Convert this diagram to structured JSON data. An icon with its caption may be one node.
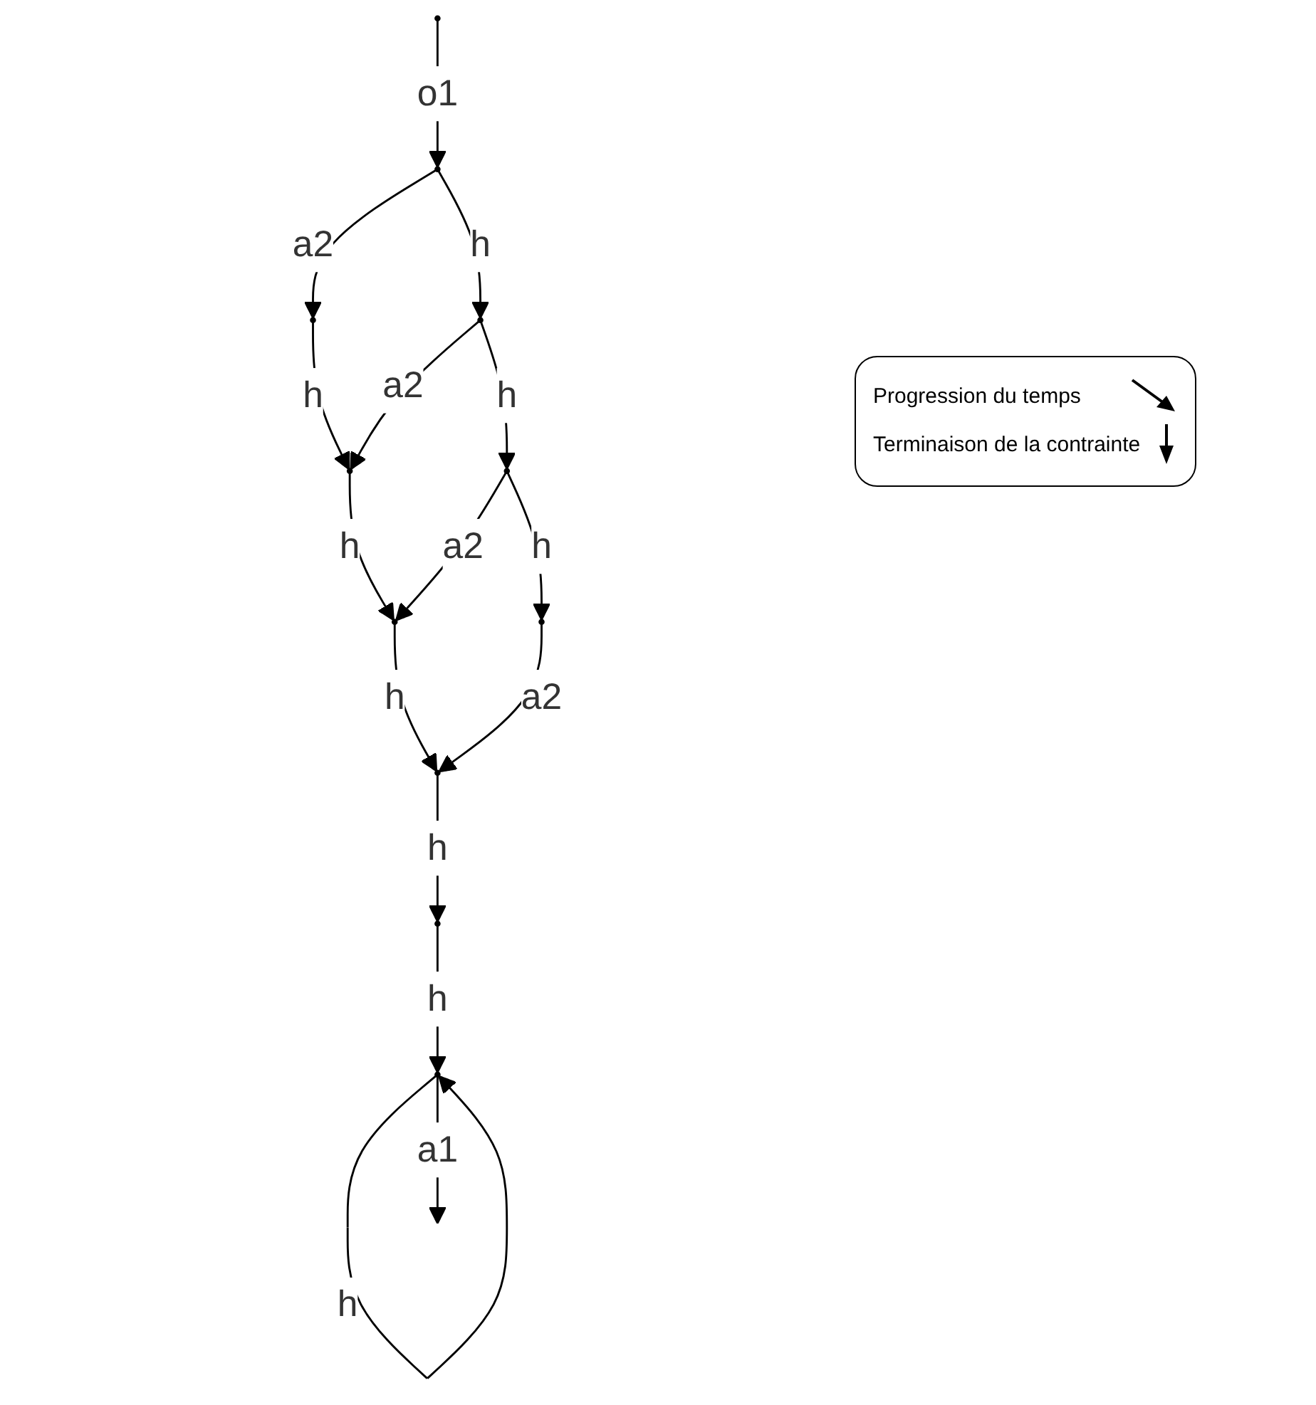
{
  "diagram": {
    "nodes": [
      {
        "text": [],
        "shape": "circle"
      },
      {
        "text": [],
        "shape": "circle"
      },
      {
        "text": [],
        "shape": "circle"
      },
      {
        "text": [],
        "shape": "circle"
      },
      {
        "text": [],
        "shape": "circle"
      },
      {
        "text": [],
        "shape": "circle"
      },
      {
        "text": [],
        "shape": "circle"
      },
      {
        "text": [],
        "shape": "circle"
      },
      {
        "text": [],
        "shape": "circle"
      },
      {
        "text": [],
        "shape": "circle"
      },
      {
        "text": [],
        "shape": "circle"
      }
    ],
    "edges": [
      {
        "from": 0,
        "to": 1,
        "arrow": "to",
        "label": "o1"
      },
      {
        "from": 1,
        "to": 3,
        "arrow": "to",
        "label": "a2"
      },
      {
        "from": 1,
        "to": 2,
        "arrow": "to",
        "label": "h"
      },
      {
        "from": 2,
        "to": 4,
        "arrow": "to",
        "label": "a2"
      },
      {
        "from": 2,
        "to": 5,
        "arrow": "to",
        "label": "h"
      },
      {
        "from": 3,
        "to": 4,
        "arrow": "to",
        "label": "h"
      },
      {
        "from": 4,
        "to": 6,
        "arrow": "to",
        "label": "h"
      },
      {
        "from": 5,
        "to": 6,
        "arrow": "to",
        "label": "a2"
      },
      {
        "from": 5,
        "to": 7,
        "arrow": "to",
        "label": "h"
      },
      {
        "from": 6,
        "to": 8,
        "arrow": "to",
        "label": "h"
      },
      {
        "from": 7,
        "to": 8,
        "arrow": "to",
        "label": "a2"
      },
      {
        "from": 8,
        "to": 9,
        "arrow": "to",
        "label": "h"
      },
      {
        "from": 9,
        "to": 10,
        "arrow": "to",
        "label": "h"
      },
      {
        "from": 10,
        "to": 10,
        "arrow": "to",
        "label": "h"
      },
      {
        "from": 10,
        "to": null,
        "arrow": "to",
        "label": "a1"
      }
    ],
    "legend": [
      {
        "text": "Progression du temps"
      },
      {
        "text": "Terminaison de la contrainte"
      }
    ]
  }
}
